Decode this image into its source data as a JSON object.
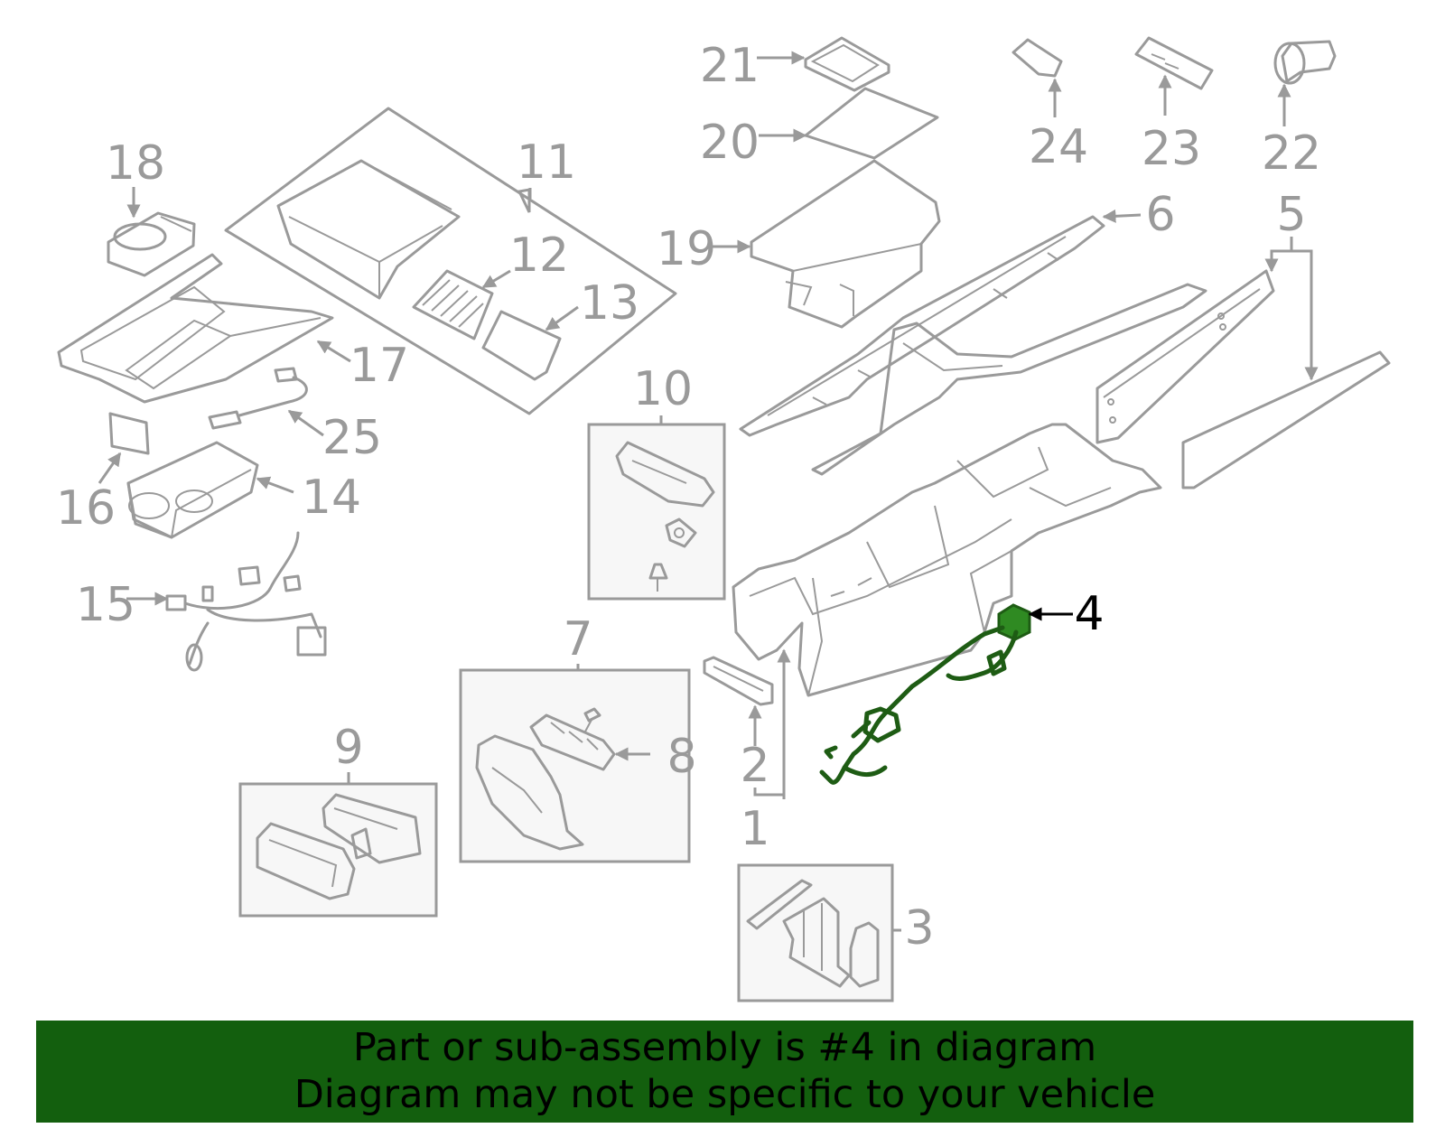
{
  "callouts": [
    {
      "id": "1",
      "label": "1",
      "highlight": false
    },
    {
      "id": "2",
      "label": "2",
      "highlight": false
    },
    {
      "id": "3",
      "label": "3",
      "highlight": false
    },
    {
      "id": "4",
      "label": "4",
      "highlight": true
    },
    {
      "id": "5",
      "label": "5",
      "highlight": false
    },
    {
      "id": "6",
      "label": "6",
      "highlight": false
    },
    {
      "id": "7",
      "label": "7",
      "highlight": false
    },
    {
      "id": "8",
      "label": "8",
      "highlight": false
    },
    {
      "id": "9",
      "label": "9",
      "highlight": false
    },
    {
      "id": "10",
      "label": "10",
      "highlight": false
    },
    {
      "id": "11",
      "label": "11",
      "highlight": false
    },
    {
      "id": "12",
      "label": "12",
      "highlight": false
    },
    {
      "id": "13",
      "label": "13",
      "highlight": false
    },
    {
      "id": "14",
      "label": "14",
      "highlight": false
    },
    {
      "id": "15",
      "label": "15",
      "highlight": false
    },
    {
      "id": "16",
      "label": "16",
      "highlight": false
    },
    {
      "id": "17",
      "label": "17",
      "highlight": false
    },
    {
      "id": "18",
      "label": "18",
      "highlight": false
    },
    {
      "id": "19",
      "label": "19",
      "highlight": false
    },
    {
      "id": "20",
      "label": "20",
      "highlight": false
    },
    {
      "id": "21",
      "label": "21",
      "highlight": false
    },
    {
      "id": "22",
      "label": "22",
      "highlight": false
    },
    {
      "id": "23",
      "label": "23",
      "highlight": false
    },
    {
      "id": "24",
      "label": "24",
      "highlight": false
    },
    {
      "id": "25",
      "label": "25",
      "highlight": false
    }
  ],
  "banner": {
    "line1": "Part or sub-assembly is #4 in diagram",
    "line2": "Diagram may not be specific to your vehicle"
  },
  "colors": {
    "line_gray": "#9a9a9a",
    "highlight_green": "#2f8a22",
    "banner_green": "#135f0e"
  }
}
